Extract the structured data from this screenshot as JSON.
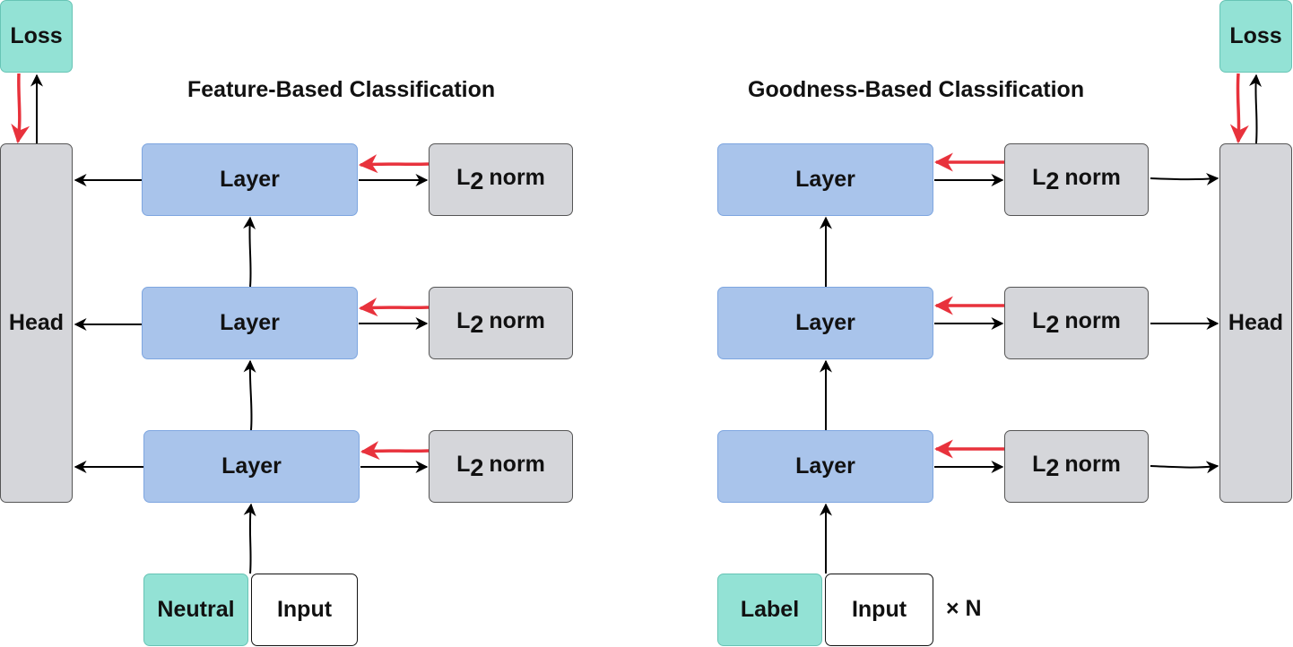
{
  "left": {
    "title": "Feature-Based Classification",
    "loss": "Loss",
    "head": "Head",
    "layers": [
      "Layer",
      "Layer",
      "Layer"
    ],
    "norms": [
      {
        "main": "L",
        "sub": "2",
        "rest": "norm"
      },
      {
        "main": "L",
        "sub": "2",
        "rest": "norm"
      },
      {
        "main": "L",
        "sub": "2",
        "rest": "norm"
      }
    ],
    "input_tag": "Neutral",
    "input": "Input"
  },
  "right": {
    "title": "Goodness-Based Classification",
    "loss": "Loss",
    "head": "Head",
    "layers": [
      "Layer",
      "Layer",
      "Layer"
    ],
    "norms": [
      {
        "main": "L",
        "sub": "2",
        "rest": "norm"
      },
      {
        "main": "L",
        "sub": "2",
        "rest": "norm"
      },
      {
        "main": "L",
        "sub": "2",
        "rest": "norm"
      }
    ],
    "input_tag": "Label",
    "input": "Input",
    "repeat": "× N"
  },
  "colors": {
    "layer_fill": "#a9c4eb",
    "norm_fill": "#d5d6da",
    "accent_mint": "#93e2d5",
    "gradient_arrow": "#e8323c",
    "arrow": "#000000"
  }
}
